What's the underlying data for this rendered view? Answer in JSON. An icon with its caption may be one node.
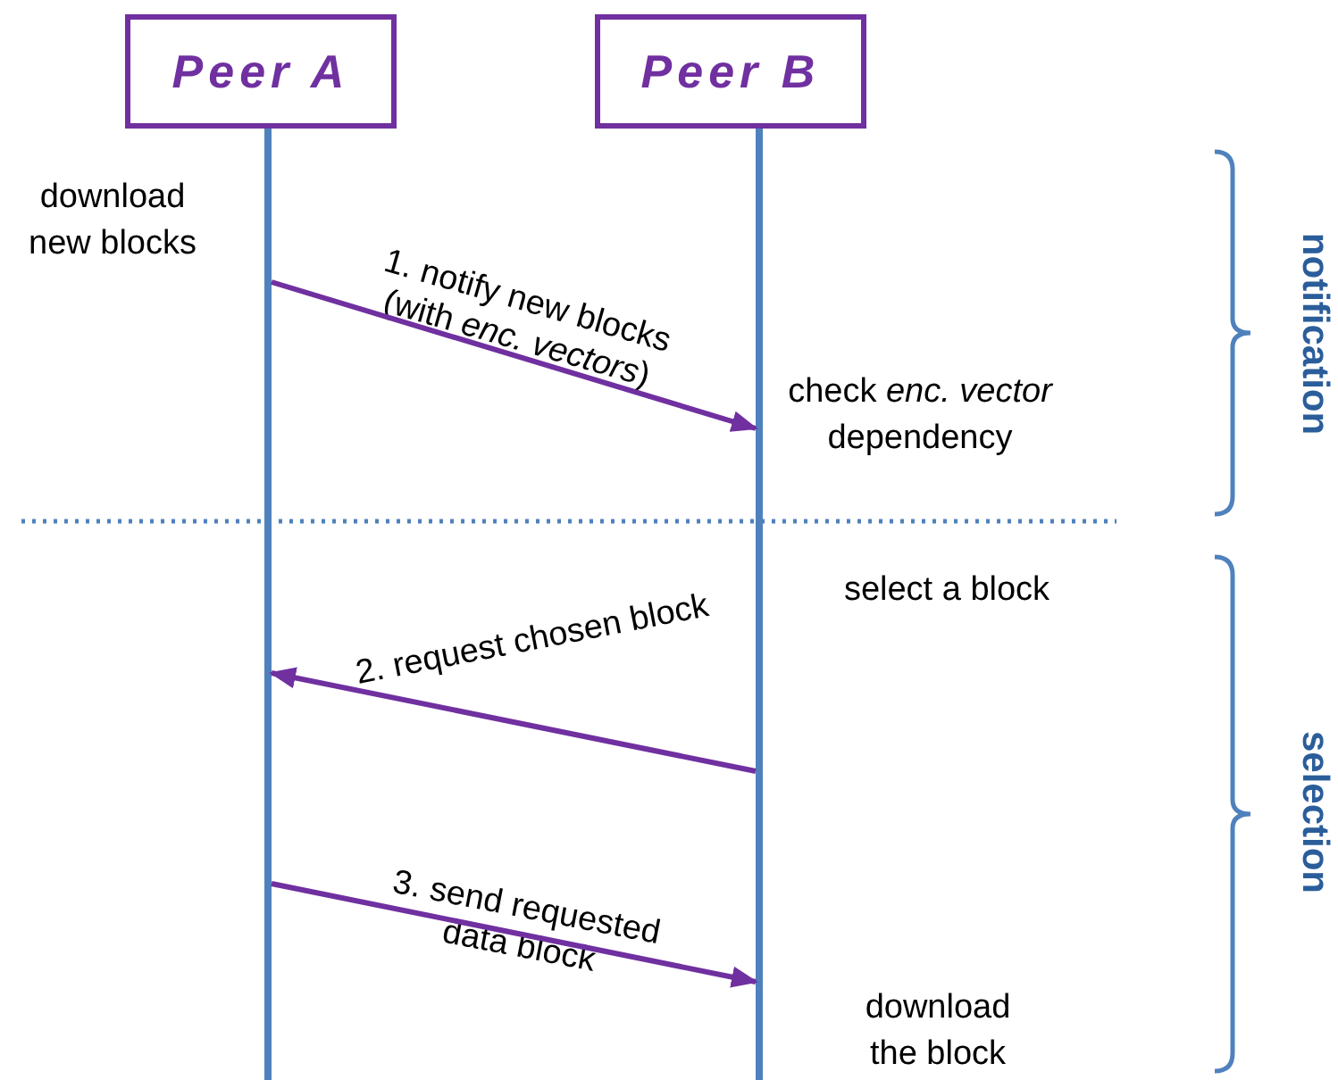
{
  "diagram": {
    "nodes": [
      {
        "text": [
          "Peer A"
        ]
      },
      {
        "text": [
          "Peer B"
        ]
      }
    ],
    "edges": [
      {
        "from": 0,
        "to": 1,
        "arrow": "to",
        "label": "1.   notify new blocks (with *enc. vectors*)"
      },
      {
        "from": 1,
        "to": 0,
        "arrow": "to",
        "label": "2.  request chosen block"
      },
      {
        "from": 0,
        "to": 1,
        "arrow": "to",
        "label": "3.   send requested data block"
      }
    ],
    "labels": [
      "download new blocks",
      "check *enc. vector* dependency",
      "notification",
      "select a block",
      "selection",
      "download the block"
    ]
  }
}
